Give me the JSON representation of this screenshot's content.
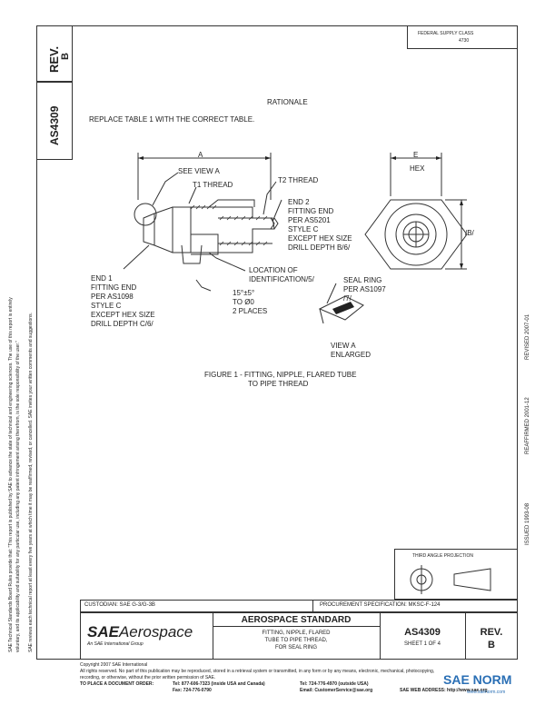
{
  "side": {
    "rev_label": "REV.",
    "rev_value": "B",
    "doc_number": "AS4309",
    "legal_left_1": "SAE Technical Standards Board Rules provide that: \"This report is published by SAE to advance the state of technical and engineering sciences. The use of this report is entirely",
    "legal_left_2": "voluntary, and its applicability and suitability for any particular use, including any patent infringement arising therefrom, is the sole responsibility of the user.\"",
    "legal_left_3": "SAE reviews each technical report at least every five years at which time it may be reaffirmed, revised, or cancelled. SAE invites your written comments and suggestions.",
    "issued": "ISSUED 1993-08",
    "reaffirmed": "REAFFIRMED 2001-12",
    "revised": "REVISED 2007-01"
  },
  "header": {
    "fsc_line1": "FEDERAL SUPPLY CLASS",
    "fsc_line2": "4730"
  },
  "body": {
    "rationale_title": "RATIONALE",
    "rationale_text": "REPLACE TABLE 1 WITH THE CORRECT TABLE.",
    "figure_caption_1": "FIGURE 1 - FITTING, NIPPLE, FLARED TUBE",
    "figure_caption_2": "TO PIPE THREAD"
  },
  "drawing": {
    "dim_a": "A",
    "dim_e": "E",
    "hex": "HEX",
    "dim_b": "/B/",
    "see_view_a": "SEE VIEW A",
    "t1_thread": "T1 THREAD",
    "t2_thread": "T2 THREAD",
    "end2": [
      "END 2",
      "FITTING END",
      "PER AS5201",
      "STYLE C",
      "EXCEPT HEX SIZE",
      "DRILL DEPTH B/6/"
    ],
    "end1": [
      "END 1",
      "FITTING END",
      "PER AS1098",
      "STYLE C",
      "EXCEPT HEX SIZE",
      "DRILL DEPTH C/6/"
    ],
    "location": [
      "LOCATION OF",
      "IDENTIFICATION/5/"
    ],
    "angle": [
      "15°±5°",
      "TO Ø0",
      "2 PLACES"
    ],
    "seal_ring": [
      "SEAL RING",
      "PER AS1097",
      "/7/"
    ],
    "view_a": [
      "VIEW A",
      "ENLARGED"
    ]
  },
  "projection": {
    "label": "THIRD ANGLE PROJECTION"
  },
  "title_block": {
    "custodian": "CUSTODIAN:  SAE G-3/G-3B",
    "procurement": "PROCUREMENT SPECIFICATION: MKSC-F-124",
    "logo_sae": "SAE",
    "logo_aero": "Aerospace",
    "logo_sub": "An SAE International Group",
    "standard_title": "AEROSPACE STANDARD",
    "desc_1": "FITTING, NIPPLE, FLARED",
    "desc_2": "TUBE TO PIPE THREAD,",
    "desc_3": "FOR SEAL RING",
    "doc_number": "AS4309",
    "sheet": "SHEET 1 OF 4",
    "rev_label": "REV.",
    "rev_value": "B"
  },
  "footer": {
    "copyright": "Copyright 2007 SAE International",
    "rights": "All rights reserved. No part of this publication may be reproduced, stored in a retrieval system or transmitted, in any form or by any means, electronic, mechanical, photocopying,",
    "rights_2": "recording, or otherwise, without the prior written permission of SAE.",
    "order_label": "TO PLACE A DOCUMENT ORDER:",
    "tel_1": "Tel:  877-606-7323 (inside USA and Canada)",
    "tel_2": "Tel:  724-776-4970 (outside USA)",
    "fax": "Fax:  724-776-0790",
    "email": "Email: CustomerService@sae.org",
    "web": "SAE WEB ADDRESS:  http://www.sae.org"
  },
  "watermark": {
    "text": "SAE NORM",
    "url": "www.saenorm.com"
  }
}
